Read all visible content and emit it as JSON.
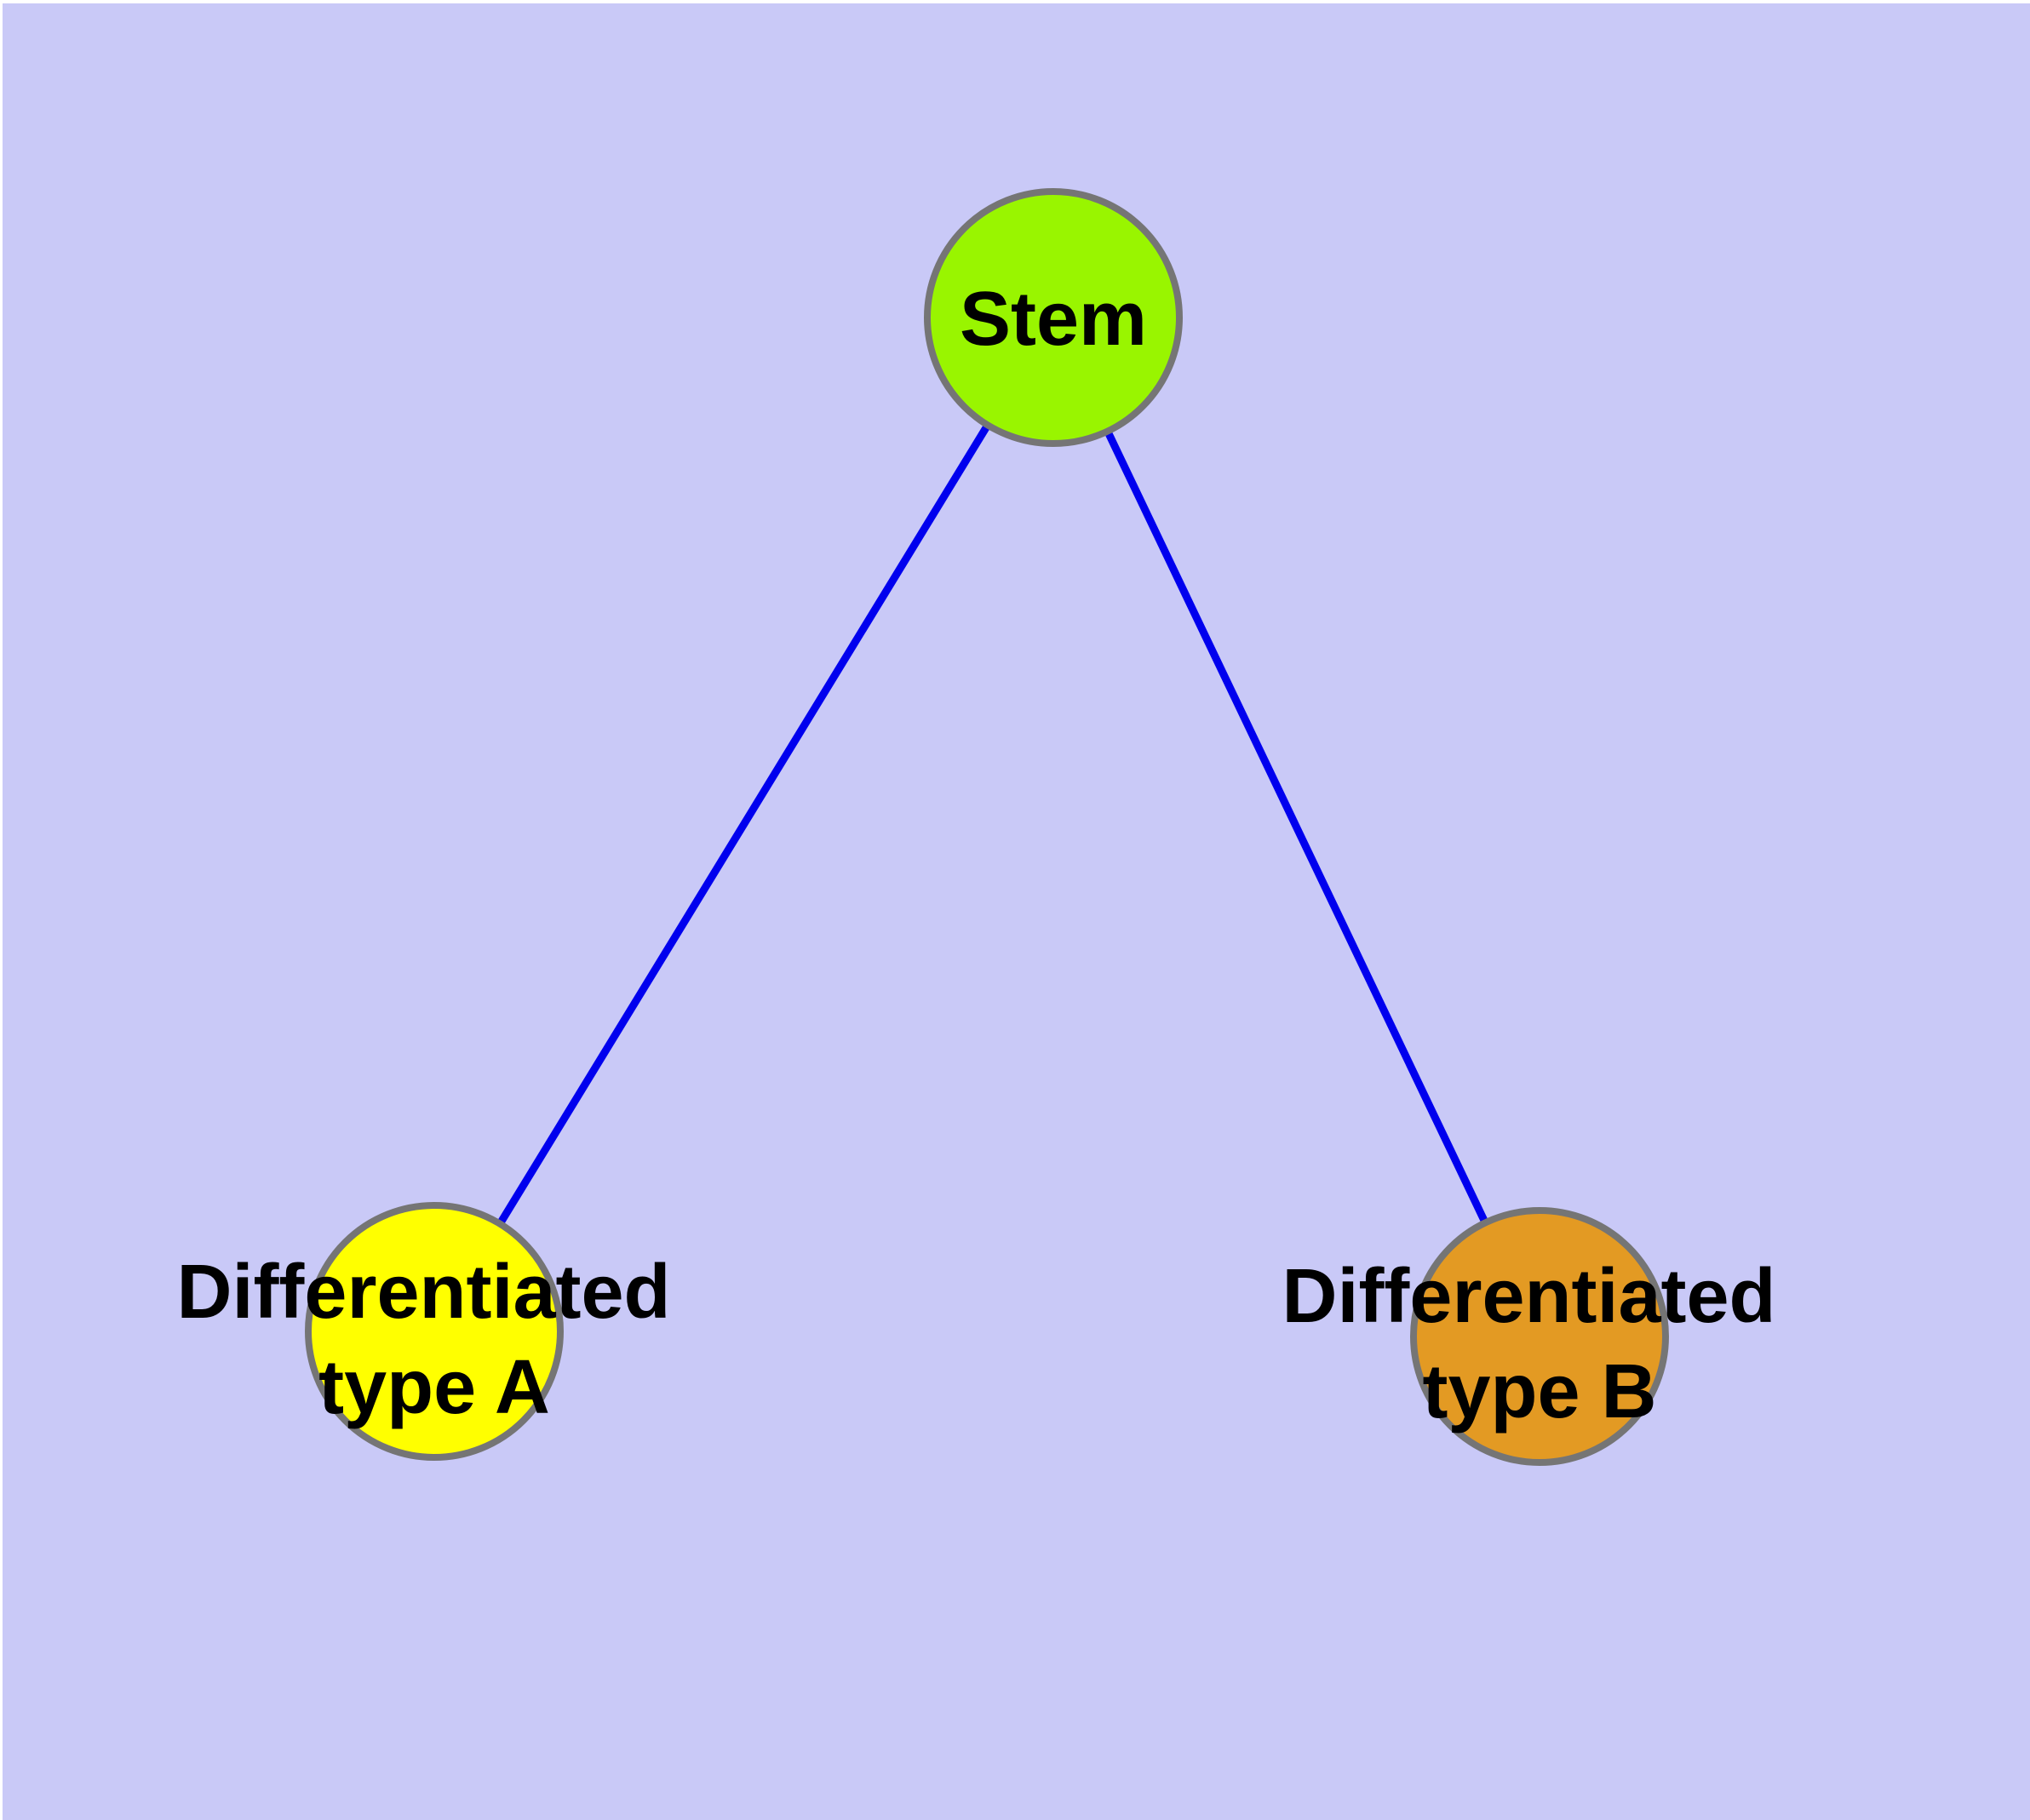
{
  "diagram": {
    "background_color": "#C9C9F7",
    "edge_color": "#0000EE",
    "node_border_color": "#757575",
    "text_color": "#000000",
    "nodes": {
      "stem": {
        "label": "Stem",
        "fill": "#99F500"
      },
      "type_a": {
        "label_line1": "Differentiated",
        "label_line2": "type A",
        "fill": "#FFFF00"
      },
      "type_b": {
        "label_line1": "Differentiated",
        "label_line2": "type B",
        "fill": "#E39A23"
      }
    },
    "edges": [
      {
        "from": "Stem",
        "to": "Differentiated type A"
      },
      {
        "from": "Stem",
        "to": "Differentiated type B"
      }
    ]
  }
}
